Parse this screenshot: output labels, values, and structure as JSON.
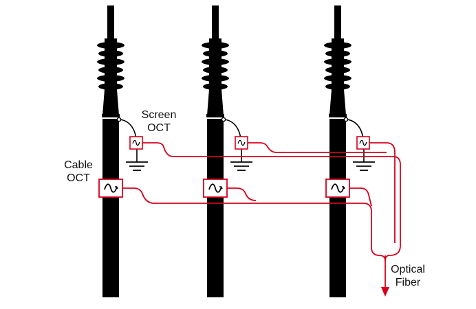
{
  "labels": {
    "screen_oct": [
      "Screen",
      "OCT"
    ],
    "cable_oct": [
      "Cable",
      "OCT"
    ],
    "optical_fiber": [
      "Optical",
      "Fiber"
    ]
  },
  "colors": {
    "cable": "#000000",
    "fiber": "#d6001c",
    "background": "#ffffff"
  },
  "icons": {
    "sensor": "sine-wave-icon",
    "ground": "ground-symbol-icon",
    "arrow": "arrow-down-icon"
  },
  "phase_count": 3
}
